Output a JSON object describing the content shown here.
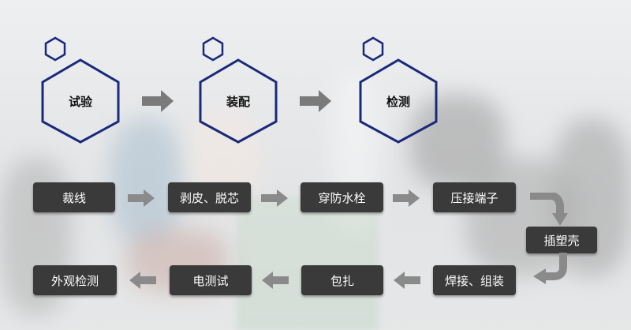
{
  "top_flow": {
    "stages": [
      {
        "label": "试验"
      },
      {
        "label": "装配"
      },
      {
        "label": "检测"
      }
    ]
  },
  "process": {
    "row1": [
      "裁线",
      "剥皮、脱芯",
      "穿防水栓",
      "压接端子"
    ],
    "side": "插塑壳",
    "row2": [
      "焊接、组装",
      "包扎",
      "电测试",
      "外观检测"
    ]
  },
  "colors": {
    "hex_stroke": "#1a2a7a",
    "step_bg": "#3a3a3a",
    "arrow": "#808080"
  }
}
